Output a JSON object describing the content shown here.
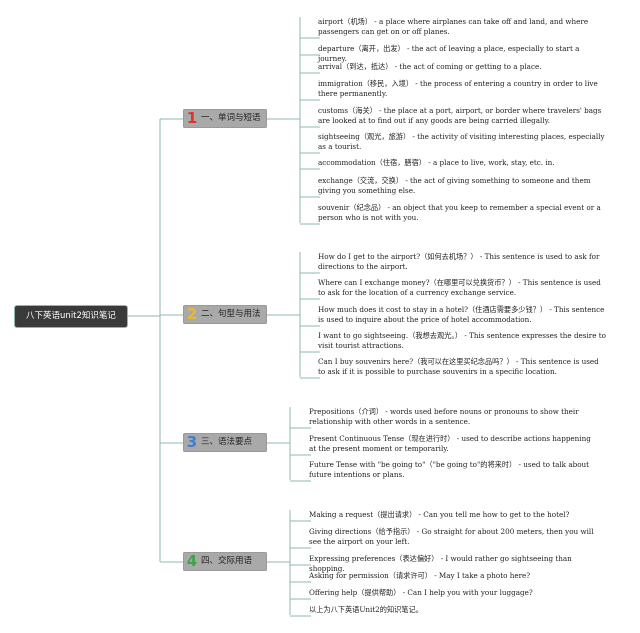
{
  "root": {
    "title": "八下英语unit2知识笔记"
  },
  "branches": [
    {
      "number": "1",
      "color": "#e0312d",
      "label": "一、单词与短语",
      "items": [
        "airport（机场） - a place where airplanes can take off and land, and where passengers can get on or off planes.",
        "departure（离开，出发） - the act of leaving a place, especially to start a journey.",
        "arrival（到达，抵达） - the act of coming or getting to a place.",
        "immigration（移民，入境） - the process of entering a country in order to live there permanently.",
        "customs（海关） - the place at a port, airport, or border where travelers' bags are looked at to find out if any goods are being carried illegally.",
        "sightseeing（观光，旅游） - the activity of visiting interesting places, especially as a tourist.",
        "accommodation（住宿，膳宿） - a place to live, work, stay, etc. in.",
        "exchange（交流，交换） - the act of giving something to someone and them giving you something else.",
        "souvenir（纪念品） - an object that you keep to remember a special event or a person who is not with you."
      ]
    },
    {
      "number": "2",
      "color": "#e9b92b",
      "label": "二、句型与用法",
      "items": [
        "How do I get to the airport?（如何去机场？） - This sentence is used to ask for directions to the airport.",
        "Where can I exchange money?（在哪里可以兑换货币？） - This sentence is used to ask for the location of a currency exchange service.",
        "How much does it cost to stay in a hotel?（住酒店需要多少钱？） - This sentence is used to inquire about the price of hotel accommodation.",
        "I want to go sightseeing.（我想去观光。） - This sentence expresses the desire to visit tourist attractions.",
        "Can I buy souvenirs here?（我可以在这里买纪念品吗？） - This sentence is used to ask if it is possible to purchase souvenirs in a specific location."
      ]
    },
    {
      "number": "3",
      "color": "#3b7fd1",
      "label": "三、语法要点",
      "items": [
        "Prepositions（介词） - words used before nouns or pronouns to show their relationship with other words in a sentence.",
        "Present Continuous Tense（现在进行时） - used to describe actions happening at the present moment or temporarily.",
        "Future Tense with \"be going to\"（\"be going to\"的将来时） - used to talk about future intentions or plans."
      ]
    },
    {
      "number": "4",
      "color": "#3aa64a",
      "label": "四、交际用语",
      "items": [
        "Making a request（提出请求） - Can you tell me how to get to the hotel?",
        "Giving directions（给予指示） - Go straight for about 200 meters, then you will see the airport on your left.",
        "Expressing preferences（表达偏好） - I would rather go sightseeing than shopping.",
        "Asking for permission（请求许可） - May I take a photo here?",
        "Offering help（提供帮助） - Can I help you with your luggage?",
        "以上为八下英语Unit2的知识笔记。"
      ]
    }
  ],
  "colors": {
    "connector": "#8fb8a7",
    "root_bg": "#3a3a3a",
    "branch_bg": "#a9a9a9"
  }
}
